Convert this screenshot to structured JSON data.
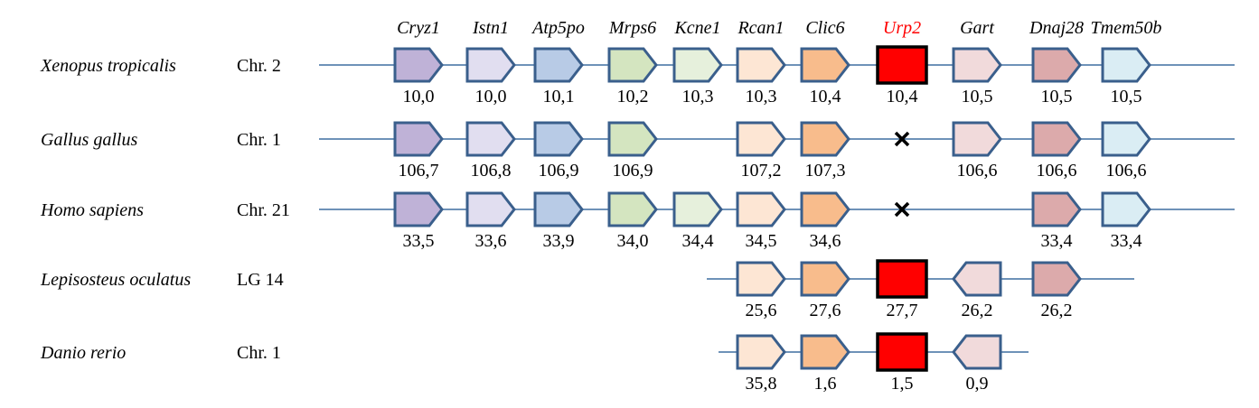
{
  "genes": [
    {
      "name": "Cryz1",
      "color": "#bfb2d7"
    },
    {
      "name": "Istn1",
      "color": "#e1def0"
    },
    {
      "name": "Atp5po",
      "color": "#b8cbe6"
    },
    {
      "name": "Mrps6",
      "color": "#d4e5c0"
    },
    {
      "name": "Kcne1",
      "color": "#e6f0dc"
    },
    {
      "name": "Rcan1",
      "color": "#fde6d4"
    },
    {
      "name": "Clic6",
      "color": "#f8bc8c"
    },
    {
      "name": "Urp2",
      "color": "#ff0000",
      "highlight": true
    },
    {
      "name": "Gart",
      "color": "#f1dadb"
    },
    {
      "name": "Dnaj28",
      "color": "#dcaaab"
    },
    {
      "name": "Tmem50b",
      "color": "#daedf4"
    }
  ],
  "rows": [
    {
      "species": "Xenopus tropicalis",
      "chromosome": "Chr. 2",
      "entries": [
        {
          "gene": 0,
          "kind": "arrow",
          "pos": "10,0"
        },
        {
          "gene": 1,
          "kind": "arrow",
          "pos": "10,0"
        },
        {
          "gene": 2,
          "kind": "arrow",
          "pos": "10,1"
        },
        {
          "gene": 3,
          "kind": "arrow",
          "pos": "10,2"
        },
        {
          "gene": 4,
          "kind": "arrow",
          "pos": "10,3"
        },
        {
          "gene": 5,
          "kind": "arrow",
          "pos": "10,3"
        },
        {
          "gene": 6,
          "kind": "arrow",
          "pos": "10,4"
        },
        {
          "gene": 7,
          "kind": "box",
          "pos": "10,4"
        },
        {
          "gene": 8,
          "kind": "arrow",
          "pos": "10,5"
        },
        {
          "gene": 9,
          "kind": "arrow",
          "pos": "10,5"
        },
        {
          "gene": 10,
          "kind": "arrow",
          "pos": "10,5"
        }
      ]
    },
    {
      "species": "Gallus gallus",
      "chromosome": "Chr. 1",
      "entries": [
        {
          "gene": 0,
          "kind": "arrow",
          "pos": "106,7"
        },
        {
          "gene": 1,
          "kind": "arrow",
          "pos": "106,8"
        },
        {
          "gene": 2,
          "kind": "arrow",
          "pos": "106,9"
        },
        {
          "gene": 3,
          "kind": "arrow",
          "pos": "106,9"
        },
        {
          "gene": 5,
          "kind": "arrow",
          "pos": "107,2"
        },
        {
          "gene": 6,
          "kind": "arrow",
          "pos": "107,3"
        },
        {
          "gene": 7,
          "kind": "lost",
          "pos": ""
        },
        {
          "gene": 8,
          "kind": "arrow",
          "pos": "106,6"
        },
        {
          "gene": 9,
          "kind": "arrow",
          "pos": "106,6"
        },
        {
          "gene": 10,
          "kind": "arrow",
          "pos": "106,6"
        }
      ]
    },
    {
      "species": "Homo sapiens",
      "chromosome": "Chr. 21",
      "entries": [
        {
          "gene": 0,
          "kind": "arrow",
          "pos": "33,5"
        },
        {
          "gene": 1,
          "kind": "arrow",
          "pos": "33,6"
        },
        {
          "gene": 2,
          "kind": "arrow",
          "pos": "33,9"
        },
        {
          "gene": 3,
          "kind": "arrow",
          "pos": "34,0"
        },
        {
          "gene": 4,
          "kind": "arrow",
          "pos": "34,4"
        },
        {
          "gene": 5,
          "kind": "arrow",
          "pos": "34,5"
        },
        {
          "gene": 6,
          "kind": "arrow",
          "pos": "34,6"
        },
        {
          "gene": 7,
          "kind": "lost",
          "pos": ""
        },
        {
          "gene": 9,
          "kind": "arrow",
          "pos": "33,4"
        },
        {
          "gene": 10,
          "kind": "arrow",
          "pos": "33,4"
        }
      ]
    },
    {
      "species": "Lepisosteus oculatus",
      "chromosome": "LG 14",
      "entries": [
        {
          "gene": 5,
          "kind": "arrow",
          "pos": "25,6"
        },
        {
          "gene": 6,
          "kind": "arrow",
          "pos": "27,6"
        },
        {
          "gene": 7,
          "kind": "box",
          "pos": "27,7"
        },
        {
          "gene": 8,
          "kind": "arrow",
          "pos": "26,2",
          "dir": "left"
        },
        {
          "gene": 9,
          "kind": "arrow",
          "pos": "26,2"
        }
      ]
    },
    {
      "species": "Danio rerio",
      "chromosome": "Chr. 1",
      "entries": [
        {
          "gene": 5,
          "kind": "arrow",
          "pos": "35,8"
        },
        {
          "gene": 6,
          "kind": "arrow",
          "pos": "1,6"
        },
        {
          "gene": 7,
          "kind": "box",
          "pos": "1,5"
        },
        {
          "gene": 8,
          "kind": "arrow",
          "pos": "0,9",
          "dir": "left"
        }
      ]
    }
  ]
}
